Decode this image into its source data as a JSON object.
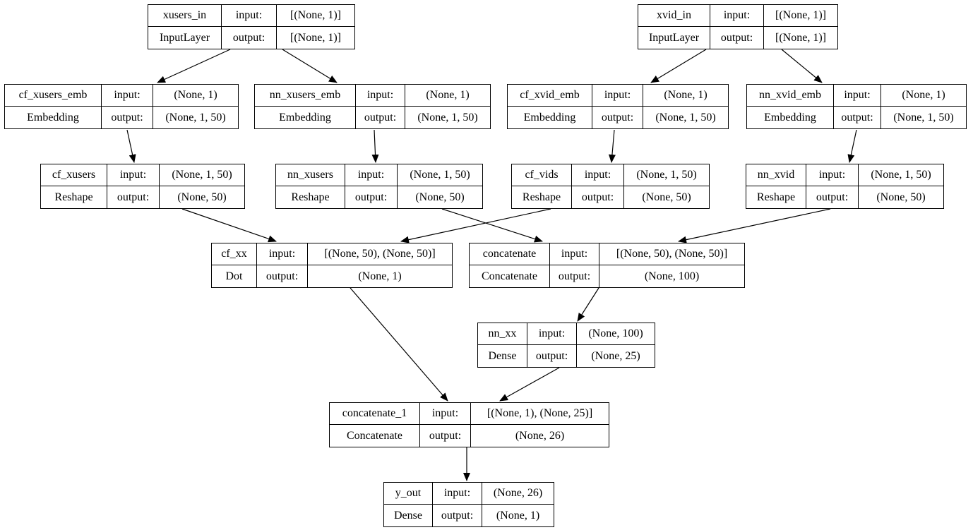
{
  "nodes": [
    {
      "id": "xusers_in",
      "name": "xusers_in",
      "type": "InputLayer",
      "input_label": "input:",
      "output_label": "output:",
      "input": "[(None, 1)]",
      "output": "[(None, 1)]"
    },
    {
      "id": "xvid_in",
      "name": "xvid_in",
      "type": "InputLayer",
      "input_label": "input:",
      "output_label": "output:",
      "input": "[(None, 1)]",
      "output": "[(None, 1)]"
    },
    {
      "id": "cf_xusers_emb",
      "name": "cf_xusers_emb",
      "type": "Embedding",
      "input_label": "input:",
      "output_label": "output:",
      "input": "(None, 1)",
      "output": "(None, 1, 50)"
    },
    {
      "id": "nn_xusers_emb",
      "name": "nn_xusers_emb",
      "type": "Embedding",
      "input_label": "input:",
      "output_label": "output:",
      "input": "(None, 1)",
      "output": "(None, 1, 50)"
    },
    {
      "id": "cf_xvid_emb",
      "name": "cf_xvid_emb",
      "type": "Embedding",
      "input_label": "input:",
      "output_label": "output:",
      "input": "(None, 1)",
      "output": "(None, 1, 50)"
    },
    {
      "id": "nn_xvid_emb",
      "name": "nn_xvid_emb",
      "type": "Embedding",
      "input_label": "input:",
      "output_label": "output:",
      "input": "(None, 1)",
      "output": "(None, 1, 50)"
    },
    {
      "id": "cf_xusers",
      "name": "cf_xusers",
      "type": "Reshape",
      "input_label": "input:",
      "output_label": "output:",
      "input": "(None, 1, 50)",
      "output": "(None, 50)"
    },
    {
      "id": "nn_xusers",
      "name": "nn_xusers",
      "type": "Reshape",
      "input_label": "input:",
      "output_label": "output:",
      "input": "(None, 1, 50)",
      "output": "(None, 50)"
    },
    {
      "id": "cf_vids",
      "name": "cf_vids",
      "type": "Reshape",
      "input_label": "input:",
      "output_label": "output:",
      "input": "(None, 1, 50)",
      "output": "(None, 50)"
    },
    {
      "id": "nn_xvid",
      "name": "nn_xvid",
      "type": "Reshape",
      "input_label": "input:",
      "output_label": "output:",
      "input": "(None, 1, 50)",
      "output": "(None, 50)"
    },
    {
      "id": "cf_xx",
      "name": "cf_xx",
      "type": "Dot",
      "input_label": "input:",
      "output_label": "output:",
      "input": "[(None, 50), (None, 50)]",
      "output": "(None, 1)"
    },
    {
      "id": "concatenate",
      "name": "concatenate",
      "type": "Concatenate",
      "input_label": "input:",
      "output_label": "output:",
      "input": "[(None, 50), (None, 50)]",
      "output": "(None, 100)"
    },
    {
      "id": "nn_xx",
      "name": "nn_xx",
      "type": "Dense",
      "input_label": "input:",
      "output_label": "output:",
      "input": "(None, 100)",
      "output": "(None, 25)"
    },
    {
      "id": "concatenate_1",
      "name": "concatenate_1",
      "type": "Concatenate",
      "input_label": "input:",
      "output_label": "output:",
      "input": "[(None, 1), (None, 25)]",
      "output": "(None, 26)"
    },
    {
      "id": "y_out",
      "name": "y_out",
      "type": "Dense",
      "input_label": "input:",
      "output_label": "output:",
      "input": "(None, 26)",
      "output": "(None, 1)"
    }
  ],
  "edges": [
    {
      "from": "xusers_in",
      "to": "cf_xusers_emb"
    },
    {
      "from": "xusers_in",
      "to": "nn_xusers_emb"
    },
    {
      "from": "xvid_in",
      "to": "cf_xvid_emb"
    },
    {
      "from": "xvid_in",
      "to": "nn_xvid_emb"
    },
    {
      "from": "cf_xusers_emb",
      "to": "cf_xusers"
    },
    {
      "from": "nn_xusers_emb",
      "to": "nn_xusers"
    },
    {
      "from": "cf_xvid_emb",
      "to": "cf_vids"
    },
    {
      "from": "nn_xvid_emb",
      "to": "nn_xvid"
    },
    {
      "from": "cf_xusers",
      "to": "cf_xx"
    },
    {
      "from": "cf_vids",
      "to": "cf_xx"
    },
    {
      "from": "nn_xusers",
      "to": "concatenate"
    },
    {
      "from": "nn_xvid",
      "to": "concatenate"
    },
    {
      "from": "concatenate",
      "to": "nn_xx"
    },
    {
      "from": "cf_xx",
      "to": "concatenate_1"
    },
    {
      "from": "nn_xx",
      "to": "concatenate_1"
    },
    {
      "from": "concatenate_1",
      "to": "y_out"
    }
  ]
}
